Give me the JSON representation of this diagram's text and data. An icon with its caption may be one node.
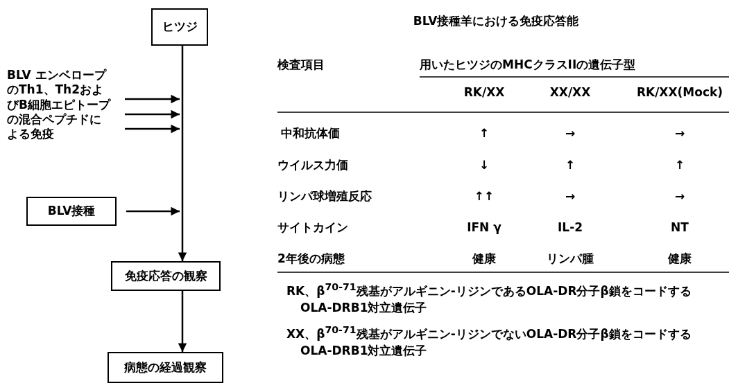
{
  "diagram": {
    "title": "BLV接種羊における免疫応答能",
    "nodes": [
      {
        "text": [
          "ヒツジ"
        ]
      },
      {
        "text": [
          "BLV エンベロープのTh1、Th2およびB細胞エピトープの混合ペプチドによる免疫"
        ]
      },
      {
        "text": [
          "BLV接種"
        ]
      },
      {
        "text": [
          "免疫応答の観察"
        ]
      },
      {
        "text": [
          "病態の経過観察"
        ]
      }
    ],
    "edges": [
      {
        "from": 0,
        "to": 3,
        "arrow": "to"
      },
      {
        "from": 1,
        "to": null,
        "arrow": "to"
      },
      {
        "from": 1,
        "to": null,
        "arrow": "to"
      },
      {
        "from": 1,
        "to": null,
        "arrow": "to"
      },
      {
        "from": 2,
        "to": null,
        "arrow": "to"
      },
      {
        "from": 3,
        "to": 4,
        "arrow": "to"
      }
    ],
    "labels": [
      "検査項目",
      "用いたヒツジのMHCクラスIIの遺伝子型",
      "RK/XX",
      "XX/XX",
      "RK/XX(Mock)",
      "中和抗体価",
      "↑",
      "→",
      "→",
      "ウイルス力価",
      "↓",
      "↑",
      "↑",
      "リンパ球増殖反応",
      "↑↑",
      "→",
      "→",
      "サイトカイン",
      "IFN γ",
      "IL-2",
      "NT",
      "2年後の病態",
      "健康",
      "リンパ腫",
      "健康",
      "RK、β$^{70-71}$残基がアルギニン-リジンであるOLA-DR分子β鎖をコードするOLA-DRB1対立遺伝子",
      "XX、β$^{70-71}$残基がアルギニン-リジンでないOLA-DR分子β鎖をコードするOLA-DRB1対立遺伝子"
    ]
  }
}
